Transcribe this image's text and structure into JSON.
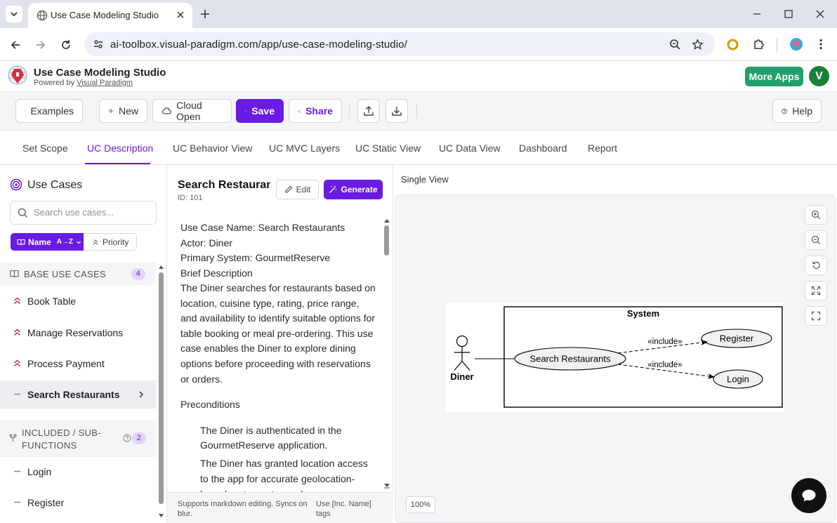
{
  "browser": {
    "tab_title": "Use Case Modeling Studio",
    "url": "ai-toolbox.visual-paradigm.com/app/use-case-modeling-studio/"
  },
  "app": {
    "title": "Use Case Modeling Studio",
    "powered_prefix": "Powered by ",
    "powered_link": "Visual Paradigm",
    "more_apps": "More Apps",
    "avatar_initial": "V",
    "brand_color": "#6a1be3",
    "accent_green": "#22a06b"
  },
  "toolbar": {
    "examples": "Examples",
    "new": "New",
    "cloud_open": "Cloud Open",
    "save": "Save",
    "share": "Share",
    "help": "Help"
  },
  "nav_tabs": [
    {
      "label": "Set Scope"
    },
    {
      "label": "UC Description"
    },
    {
      "label": "UC Behavior View"
    },
    {
      "label": "UC MVC Layers"
    },
    {
      "label": "UC Static View"
    },
    {
      "label": "UC Data View"
    },
    {
      "label": "Dashboard"
    },
    {
      "label": "Report"
    }
  ],
  "active_tab": "UC Description",
  "sidebar": {
    "title": "Use Cases",
    "search_placeholder": "Search use cases...",
    "sort_name": "Name",
    "sort_name_order": "A→Z",
    "sort_priority": "Priority",
    "base_section": "BASE USE CASES",
    "base_count": "4",
    "base_items": [
      {
        "label": "Book Table"
      },
      {
        "label": "Manage Reservations"
      },
      {
        "label": "Process Payment"
      },
      {
        "label": "Search Restaurants"
      }
    ],
    "included_section_line1": "INCLUDED / SUB-",
    "included_section_line2": "FUNCTIONS",
    "included_count": "2",
    "included_items": [
      {
        "label": "Login"
      },
      {
        "label": "Register"
      }
    ]
  },
  "description": {
    "title": "Search Restaurants",
    "id_label": "ID: 101",
    "edit": "Edit",
    "generate": "Generate",
    "lines": {
      "name": "Use Case Name: Search Restaurants",
      "actor": "Actor: Diner",
      "system": "Primary System: GourmetReserve",
      "brief_heading": "Brief Description",
      "brief": "The Diner searches for restaurants based on location, cuisine type, rating, price range, and availability to identify suitable options for table booking or meal pre-ordering. This use case enables the Diner to explore dining options before proceeding with reservations or orders.",
      "pre_heading": "Preconditions",
      "pre1": "The Diner is authenticated in the GourmetReserve application.",
      "pre2": "The Diner has granted location access to the app for accurate geolocation-based restaurant search."
    },
    "footer_left": "Supports markdown editing. Syncs on blur.",
    "footer_right": "Use [Inc. Name] tags"
  },
  "view": {
    "header": "Single View",
    "zoom": "100%"
  },
  "diagram": {
    "system_label": "System",
    "actor": "Diner",
    "main_use_case": "Search Restaurants",
    "include1_target": "Register",
    "include2_target": "Login",
    "include_label": "«include»"
  }
}
